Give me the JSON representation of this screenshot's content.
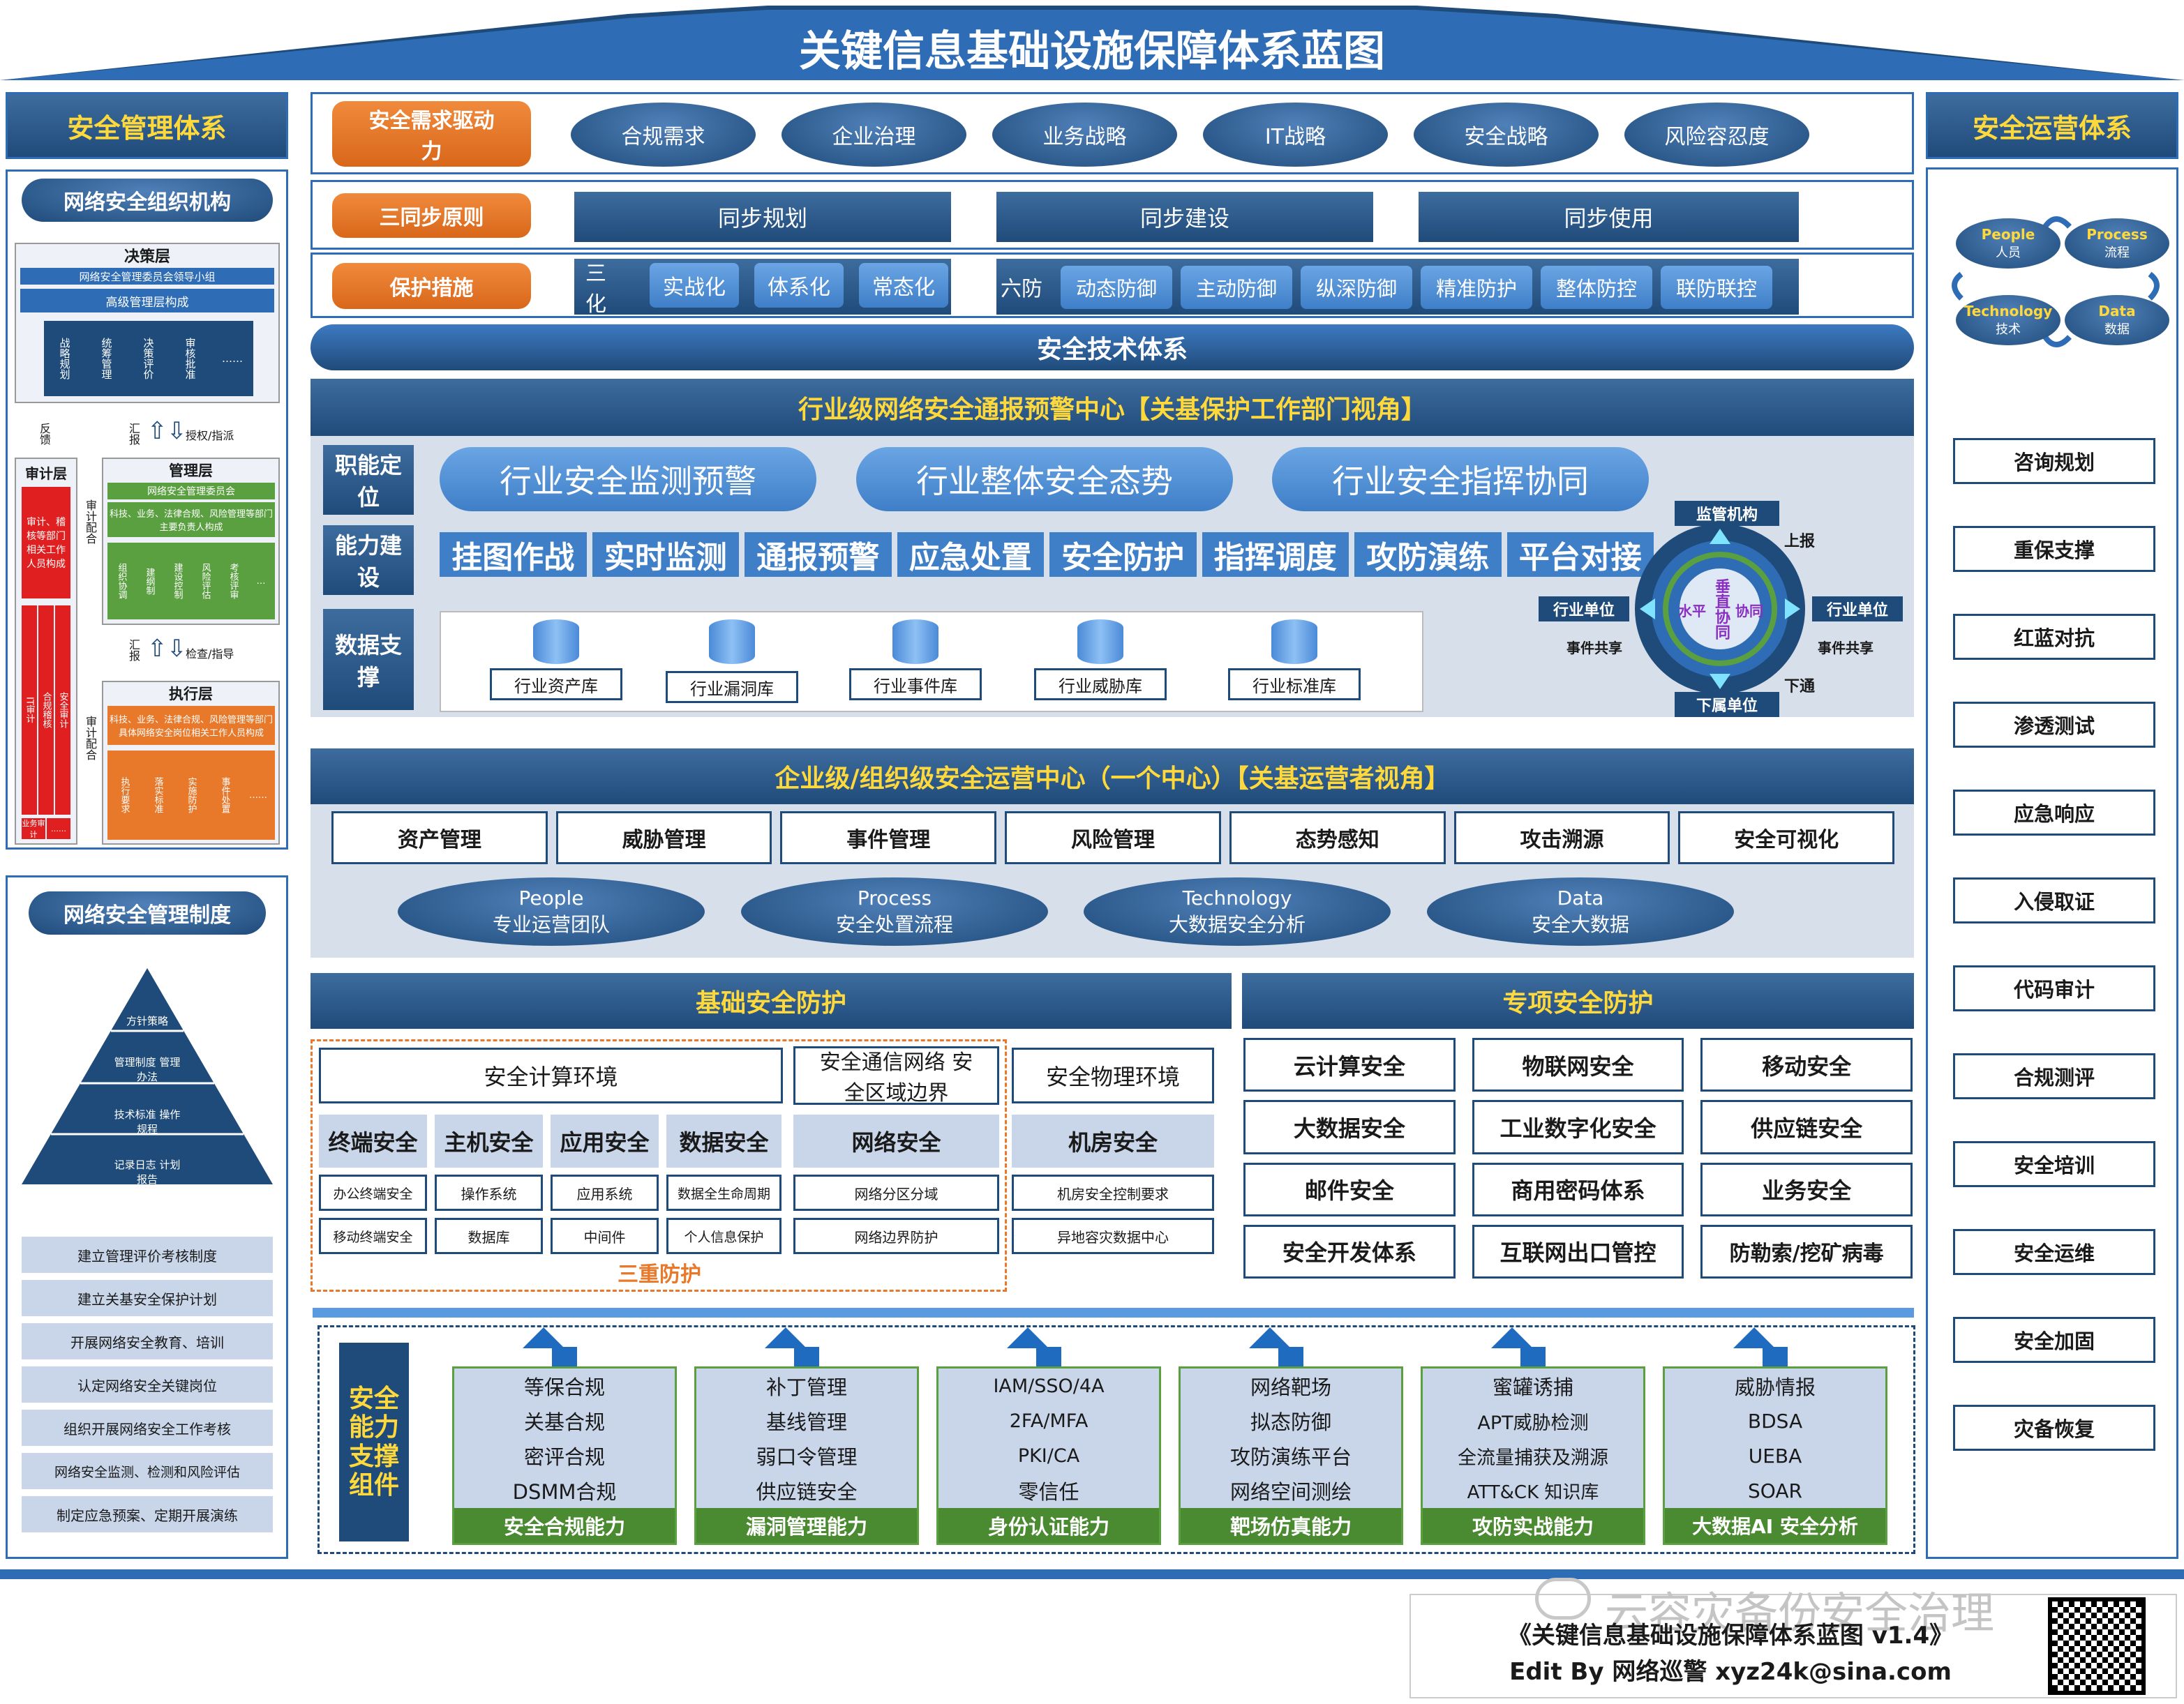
{
  "title": "关键信息基础设施保障体系蓝图",
  "left": {
    "header": "安全管理体系",
    "org": {
      "title": "网络安全组织机构",
      "decision": {
        "title": "决策层",
        "line1": "网络安全管理委员会领导小组",
        "line2": "高级管理层构成",
        "cols": [
          "战略规划",
          "统筹管理",
          "决策评价",
          "审核批准",
          "……"
        ]
      },
      "feedback": "反馈",
      "report1": "汇报",
      "authorize": "授权/指派",
      "audit_title": "审计层",
      "audit_desc": "审计、稽核等部门相关工作人员构成",
      "audit_small": [
        "IT审计",
        "合规稽核",
        "安全审计",
        "业务审计",
        "……"
      ],
      "audit_coop1": "审计配合",
      "mgmt": {
        "title": "管理层",
        "line1": "网络安全管理委员会",
        "line2": "科技、业务、法律合规、风险管理等部门主要负责人构成",
        "cols": [
          "组织协调",
          "建纲制",
          "建设控制",
          "风险评估",
          "考核评审",
          "…"
        ]
      },
      "report2": "汇报",
      "check": "检查/指导",
      "audit_coop2": "审计配合",
      "exec": {
        "title": "执行层",
        "line1": "科技、业务、法律合规、风险管理等部门具体网络安全岗位相关工作人员构成",
        "cols": [
          "执行要求",
          "落实标准",
          "实施防护",
          "事件处置",
          "……"
        ]
      }
    },
    "policy": {
      "title": "网络安全管理制度",
      "pyramid": [
        "方针策略",
        "管理制度 管理办法",
        "技术标准 操作规程",
        "记录日志 计划报告"
      ],
      "items": [
        "建立管理评价考核制度",
        "建立关基安全保护计划",
        "开展网络安全教育、培训",
        "认定网络安全关键岗位",
        "组织开展网络安全工作考核",
        "网络安全监测、检测和风险评估",
        "制定应急预案、定期开展演练"
      ]
    }
  },
  "right": {
    "header": "安全运营体系",
    "cycle": [
      {
        "en": "People",
        "zh": "人员"
      },
      {
        "en": "Process",
        "zh": "流程"
      },
      {
        "en": "Technology",
        "zh": "技术"
      },
      {
        "en": "Data",
        "zh": "数据"
      }
    ],
    "items": [
      "咨询规划",
      "重保支撑",
      "红蓝对抗",
      "渗透测试",
      "应急响应",
      "入侵取证",
      "代码审计",
      "合规测评",
      "安全培训",
      "安全运维",
      "安全加固",
      "灾备恢复"
    ]
  },
  "drivers": {
    "label": "安全需求驱动力",
    "items": [
      "合规需求",
      "企业治理",
      "业务战略",
      "IT战略",
      "安全战略",
      "风险容忍度"
    ]
  },
  "three_sync": {
    "label": "三同步原则",
    "items": [
      "同步规划",
      "同步建设",
      "同步使用"
    ]
  },
  "protect": {
    "label": "保护措施",
    "three": "三化",
    "three_items": [
      "实战化",
      "体系化",
      "常态化"
    ],
    "six": "六防",
    "six_items": [
      "动态防御",
      "主动防御",
      "纵深防御",
      "精准防护",
      "整体防控",
      "联防联控"
    ]
  },
  "tech_header": "安全技术体系",
  "industry": {
    "title": "行业级网络安全通报预警中心【关基保护工作部门视角】",
    "role_label": "职能定位",
    "roles": [
      "行业安全监测预警",
      "行业整体安全态势",
      "行业安全指挥协同"
    ],
    "cap_label": "能力建设",
    "caps": [
      "挂图作战",
      "实时监测",
      "通报预警",
      "应急处置",
      "安全防护",
      "指挥调度",
      "攻防演练",
      "平台对接"
    ],
    "data_label": "数据支撑",
    "dbs": [
      "行业资产库",
      "行业漏洞库",
      "行业事件库",
      "行业威胁库",
      "行业标准库"
    ],
    "wheel": {
      "top": "监管机构",
      "bottom": "下属单位",
      "left": "行业单位",
      "right": "行业单位",
      "up": "上报",
      "down": "下通",
      "share_l": "事件共享",
      "share_r": "事件共享",
      "v": "垂直协同",
      "h_left": "水平",
      "h_right": "协同"
    }
  },
  "enterprise": {
    "title": "企业级/组织级安全运营中心（一个中心）【关基运营者视角】",
    "mods": [
      "资产管理",
      "威胁管理",
      "事件管理",
      "风险管理",
      "态势感知",
      "攻击溯源",
      "安全可视化"
    ],
    "ppt": [
      {
        "en": "People",
        "zh": "专业运营团队"
      },
      {
        "en": "Process",
        "zh": "安全处置流程"
      },
      {
        "en": "Technology",
        "zh": "大数据安全分析"
      },
      {
        "en": "Data",
        "zh": "安全大数据"
      }
    ]
  },
  "basic": {
    "title": "基础安全防护",
    "compute": "安全计算环境",
    "comm": "安全通信网络 安全区域边界",
    "physical": "安全物理环境",
    "cols": [
      {
        "head": "终端安全",
        "a": "办公终端安全",
        "b": "移动终端安全"
      },
      {
        "head": "主机安全",
        "a": "操作系统",
        "b": "数据库"
      },
      {
        "head": "应用安全",
        "a": "应用系统",
        "b": "中间件"
      },
      {
        "head": "数据安全",
        "a": "数据全生命周期",
        "b": "个人信息保护"
      }
    ],
    "net": {
      "head": "网络安全",
      "a": "网络分区分域",
      "b": "网络边界防护"
    },
    "room": {
      "head": "机房安全",
      "a": "机房安全控制要求",
      "b": "异地容灾数据中心"
    },
    "triple": "三重防护"
  },
  "special": {
    "title": "专项安全防护",
    "items": [
      "云计算安全",
      "物联网安全",
      "移动安全",
      "大数据安全",
      "工业数字化安全",
      "供应链安全",
      "邮件安全",
      "商用密码体系",
      "业务安全",
      "安全开发体系",
      "互联网出口管控",
      "防勒索/挖矿病毒"
    ]
  },
  "components": {
    "label": "安全能力支撑组件",
    "groups": [
      {
        "items": [
          "等保合规",
          "关基合规",
          "密评合规",
          "DSMM合规"
        ],
        "foot": "安全合规能力"
      },
      {
        "items": [
          "补丁管理",
          "基线管理",
          "弱口令管理",
          "供应链安全"
        ],
        "foot": "漏洞管理能力"
      },
      {
        "items": [
          "IAM/SSO/4A",
          "2FA/MFA",
          "PKI/CA",
          "零信任"
        ],
        "foot": "身份认证能力"
      },
      {
        "items": [
          "网络靶场",
          "拟态防御",
          "攻防演练平台",
          "网络空间测绘"
        ],
        "foot": "靶场仿真能力"
      },
      {
        "items": [
          "蜜罐诱捕",
          "APT威胁检测",
          "全流量捕获及溯源",
          "ATT&CK 知识库"
        ],
        "foot": "攻防实战能力"
      },
      {
        "items": [
          "威胁情报",
          "BDSA",
          "UEBA",
          "SOAR"
        ],
        "foot": "大数据AI 安全分析"
      }
    ]
  },
  "footer": {
    "watermark": "云容灾备份安全治理",
    "line1": "《关键信息基础设施保障体系蓝图 v1.4》",
    "line2": "Edit  By  网络巡警  xyz24k@sina.com"
  },
  "colors": {
    "navy": "#1f4b7a",
    "blue": "#2e6cb5",
    "orange": "#e8782a",
    "yellow": "#ffd93b",
    "cyan": "#7fe3ff"
  }
}
